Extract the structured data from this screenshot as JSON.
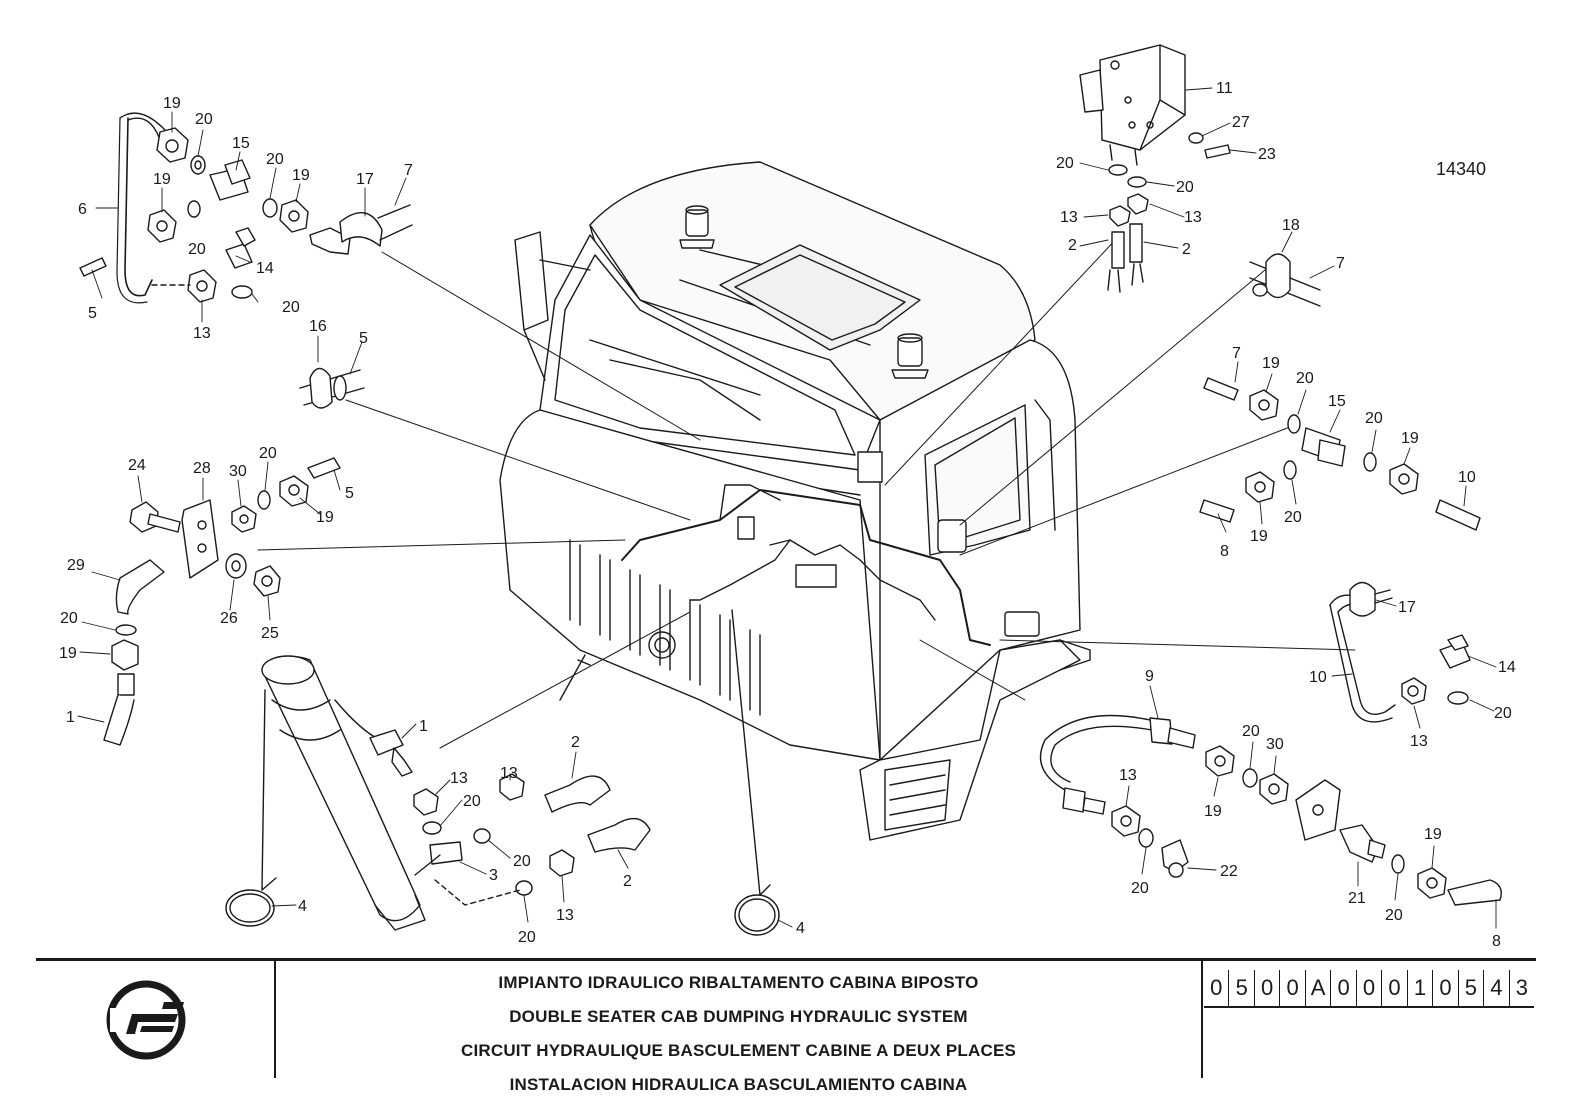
{
  "drawing_id": "14340",
  "titles": {
    "it": "IMPIANTO IDRAULICO RIBALTAMENTO CABINA BIPOSTO",
    "en": "DOUBLE SEATER CAB DUMPING HYDRAULIC SYSTEM",
    "fr": "CIRCUIT HYDRAULIQUE BASCULEMENT CABINE A DEUX PLACES",
    "es": "INSTALACION HIDRAULICA BASCULAMIENTO CABINA"
  },
  "part_code": [
    "0",
    "5",
    "0",
    "0",
    "A",
    "0",
    "0",
    "0",
    "1",
    "0",
    "5",
    "4",
    "3"
  ],
  "callouts": {
    "c1": "19",
    "c2": "20",
    "c3": "15",
    "c4": "20",
    "c5": "19",
    "c6": "17",
    "c7": "7",
    "c8": "6",
    "c9": "19",
    "c10": "20",
    "c11": "14",
    "c12": "5",
    "c13": "13",
    "c14": "20",
    "c15": "16",
    "c16": "5",
    "c17": "24",
    "c18": "28",
    "c19": "30",
    "c20": "20",
    "c21": "5",
    "c22": "19",
    "c23": "29",
    "c24": "26",
    "c25": "25",
    "c26": "20",
    "c27": "19",
    "c28": "1",
    "c29": "1",
    "c30": "13",
    "c31": "20",
    "c32": "13",
    "c33": "2",
    "c34": "20",
    "c35": "3",
    "c36": "2",
    "c37": "13",
    "c38": "20",
    "c39": "4",
    "c40": "4",
    "c41": "11",
    "c42": "27",
    "c43": "23",
    "c44": "20",
    "c45": "20",
    "c46": "13",
    "c47": "13",
    "c48": "2",
    "c49": "2",
    "c50": "18",
    "c51": "7",
    "c52": "7",
    "c53": "19",
    "c54": "20",
    "c55": "15",
    "c56": "20",
    "c57": "19",
    "c58": "10",
    "c59": "8",
    "c60": "19",
    "c61": "20",
    "c62": "17",
    "c63": "10",
    "c64": "14",
    "c65": "20",
    "c66": "13",
    "c67": "9",
    "c68": "20",
    "c69": "30",
    "c70": "19",
    "c71": "13",
    "c72": "20",
    "c73": "22",
    "c74": "21",
    "c75": "19",
    "c76": "20",
    "c77": "8"
  }
}
